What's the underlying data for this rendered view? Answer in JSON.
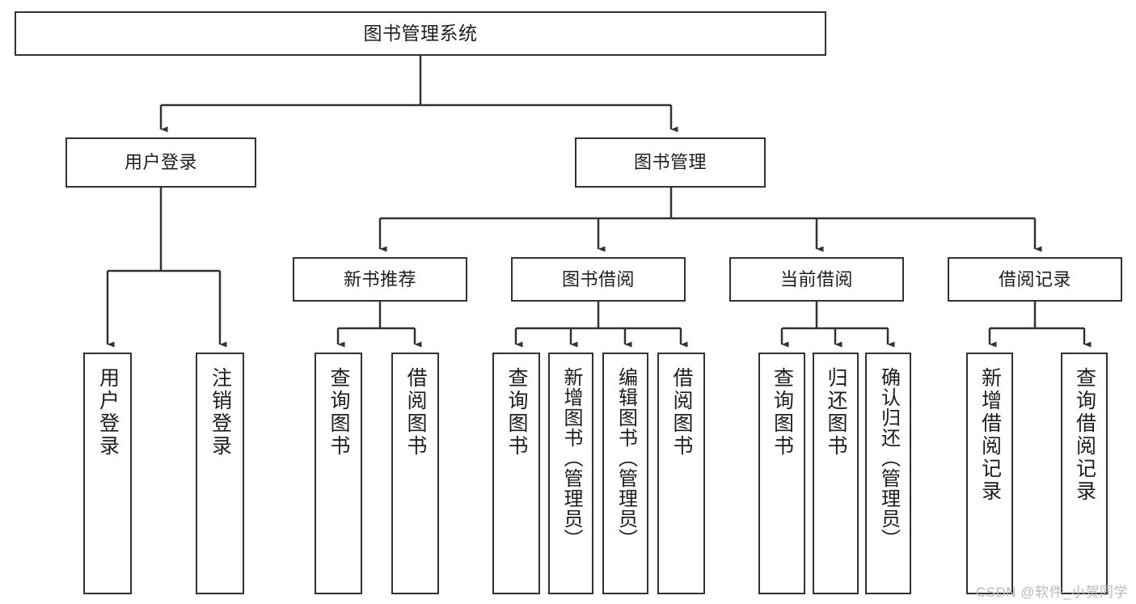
{
  "diagram": {
    "title": "图书管理系统",
    "root": {
      "label": "图书管理系统"
    },
    "level2": [
      {
        "id": "user-login",
        "label": "用户登录"
      },
      {
        "id": "book-mgmt",
        "label": "图书管理"
      }
    ],
    "level3": [
      {
        "id": "new-book-rec",
        "label": "新书推荐"
      },
      {
        "id": "book-borrow",
        "label": "图书借阅"
      },
      {
        "id": "current-borrow",
        "label": "当前借阅"
      },
      {
        "id": "borrow-record",
        "label": "借阅记录"
      }
    ],
    "leaves": [
      {
        "id": "leaf-user-login",
        "label": "用户登录",
        "parent": "user-login"
      },
      {
        "id": "leaf-logout",
        "label": "注销登录",
        "parent": "user-login"
      },
      {
        "id": "leaf-query-book-1",
        "label": "查询图书",
        "parent": "new-book-rec"
      },
      {
        "id": "leaf-borrow-book-1",
        "label": "借阅图书",
        "parent": "new-book-rec"
      },
      {
        "id": "leaf-query-book-2",
        "label": "查询图书",
        "parent": "book-borrow"
      },
      {
        "id": "leaf-add-book",
        "label": "新增图书（管理员）",
        "parent": "book-borrow"
      },
      {
        "id": "leaf-edit-book",
        "label": "编辑图书（管理员）",
        "parent": "book-borrow"
      },
      {
        "id": "leaf-borrow-book-2",
        "label": "借阅图书",
        "parent": "book-borrow"
      },
      {
        "id": "leaf-query-book-3",
        "label": "查询图书",
        "parent": "current-borrow"
      },
      {
        "id": "leaf-return-book",
        "label": "归还图书",
        "parent": "current-borrow"
      },
      {
        "id": "leaf-confirm-return",
        "label": "确认归还（管理员）",
        "parent": "current-borrow"
      },
      {
        "id": "leaf-add-record",
        "label": "新增借阅记录",
        "parent": "borrow-record"
      },
      {
        "id": "leaf-query-record",
        "label": "查询借阅记录",
        "parent": "borrow-record"
      }
    ]
  },
  "watermark": {
    "text": "CSDN @软件_小贺同学"
  },
  "colors": {
    "border": "#33322f",
    "text": "#1d1d1b",
    "background": "#ffffff",
    "watermark": "#b9b9b9"
  }
}
